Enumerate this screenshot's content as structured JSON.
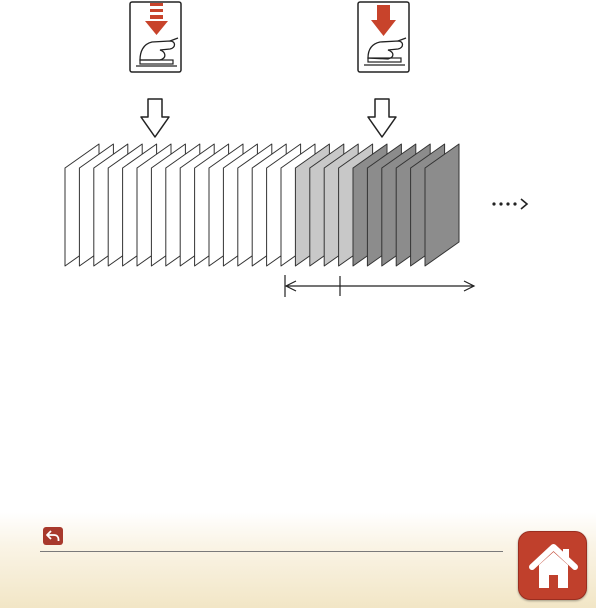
{
  "diagram": {
    "frame_count": 26,
    "half_press_group": {
      "start": 16,
      "count": 4
    },
    "full_press_group": {
      "start": 20,
      "count": 6
    },
    "colors": {
      "frame_white": "#ffffff",
      "frame_light": "#c8c8c8",
      "frame_dark": "#8c8c8c",
      "frame_stroke": "#333333",
      "press_arrow": "#c8432b",
      "outline": "#222222"
    },
    "icons": [
      "shutter-half-press-icon",
      "shutter-full-press-icon",
      "down-arrow-icon",
      "continue-dots-icon",
      "timeline-arrow-icon"
    ]
  },
  "footer": {
    "colors": {
      "accent": "#c0402c",
      "back": "#a8392c"
    },
    "icons": [
      "back-icon",
      "home-icon"
    ]
  }
}
